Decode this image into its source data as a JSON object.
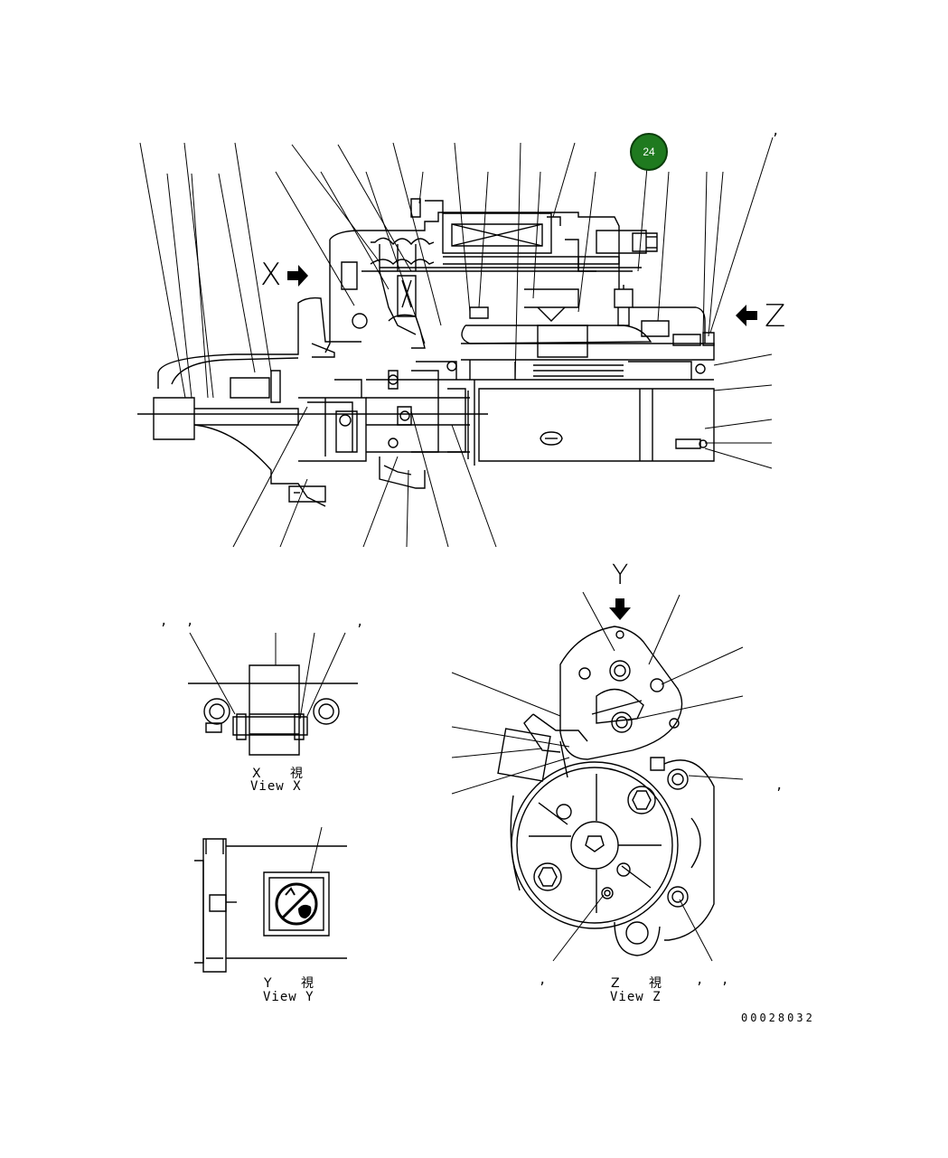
{
  "badge": {
    "number": "24",
    "color": "#1f7a1f"
  },
  "main_view": {
    "view_x_letter": "X",
    "view_z_letter": "Z"
  },
  "view_y_marker": "Y",
  "view_x": {
    "title_cjk": "X 視",
    "title_en": "View X"
  },
  "view_y": {
    "title_cjk": "Y 視",
    "title_en": "View Y"
  },
  "view_z": {
    "title_cjk": "Z 視",
    "title_en": "View Z"
  },
  "commas": [
    ",",
    ",",
    ",",
    ",",
    ",",
    ",",
    ",",
    ","
  ],
  "drawing_number": "00028032",
  "icons": [
    "arrow-right-icon",
    "arrow-left-icon",
    "arrow-down-icon",
    "no-water-warning-icon",
    "callout-badge-icon"
  ]
}
